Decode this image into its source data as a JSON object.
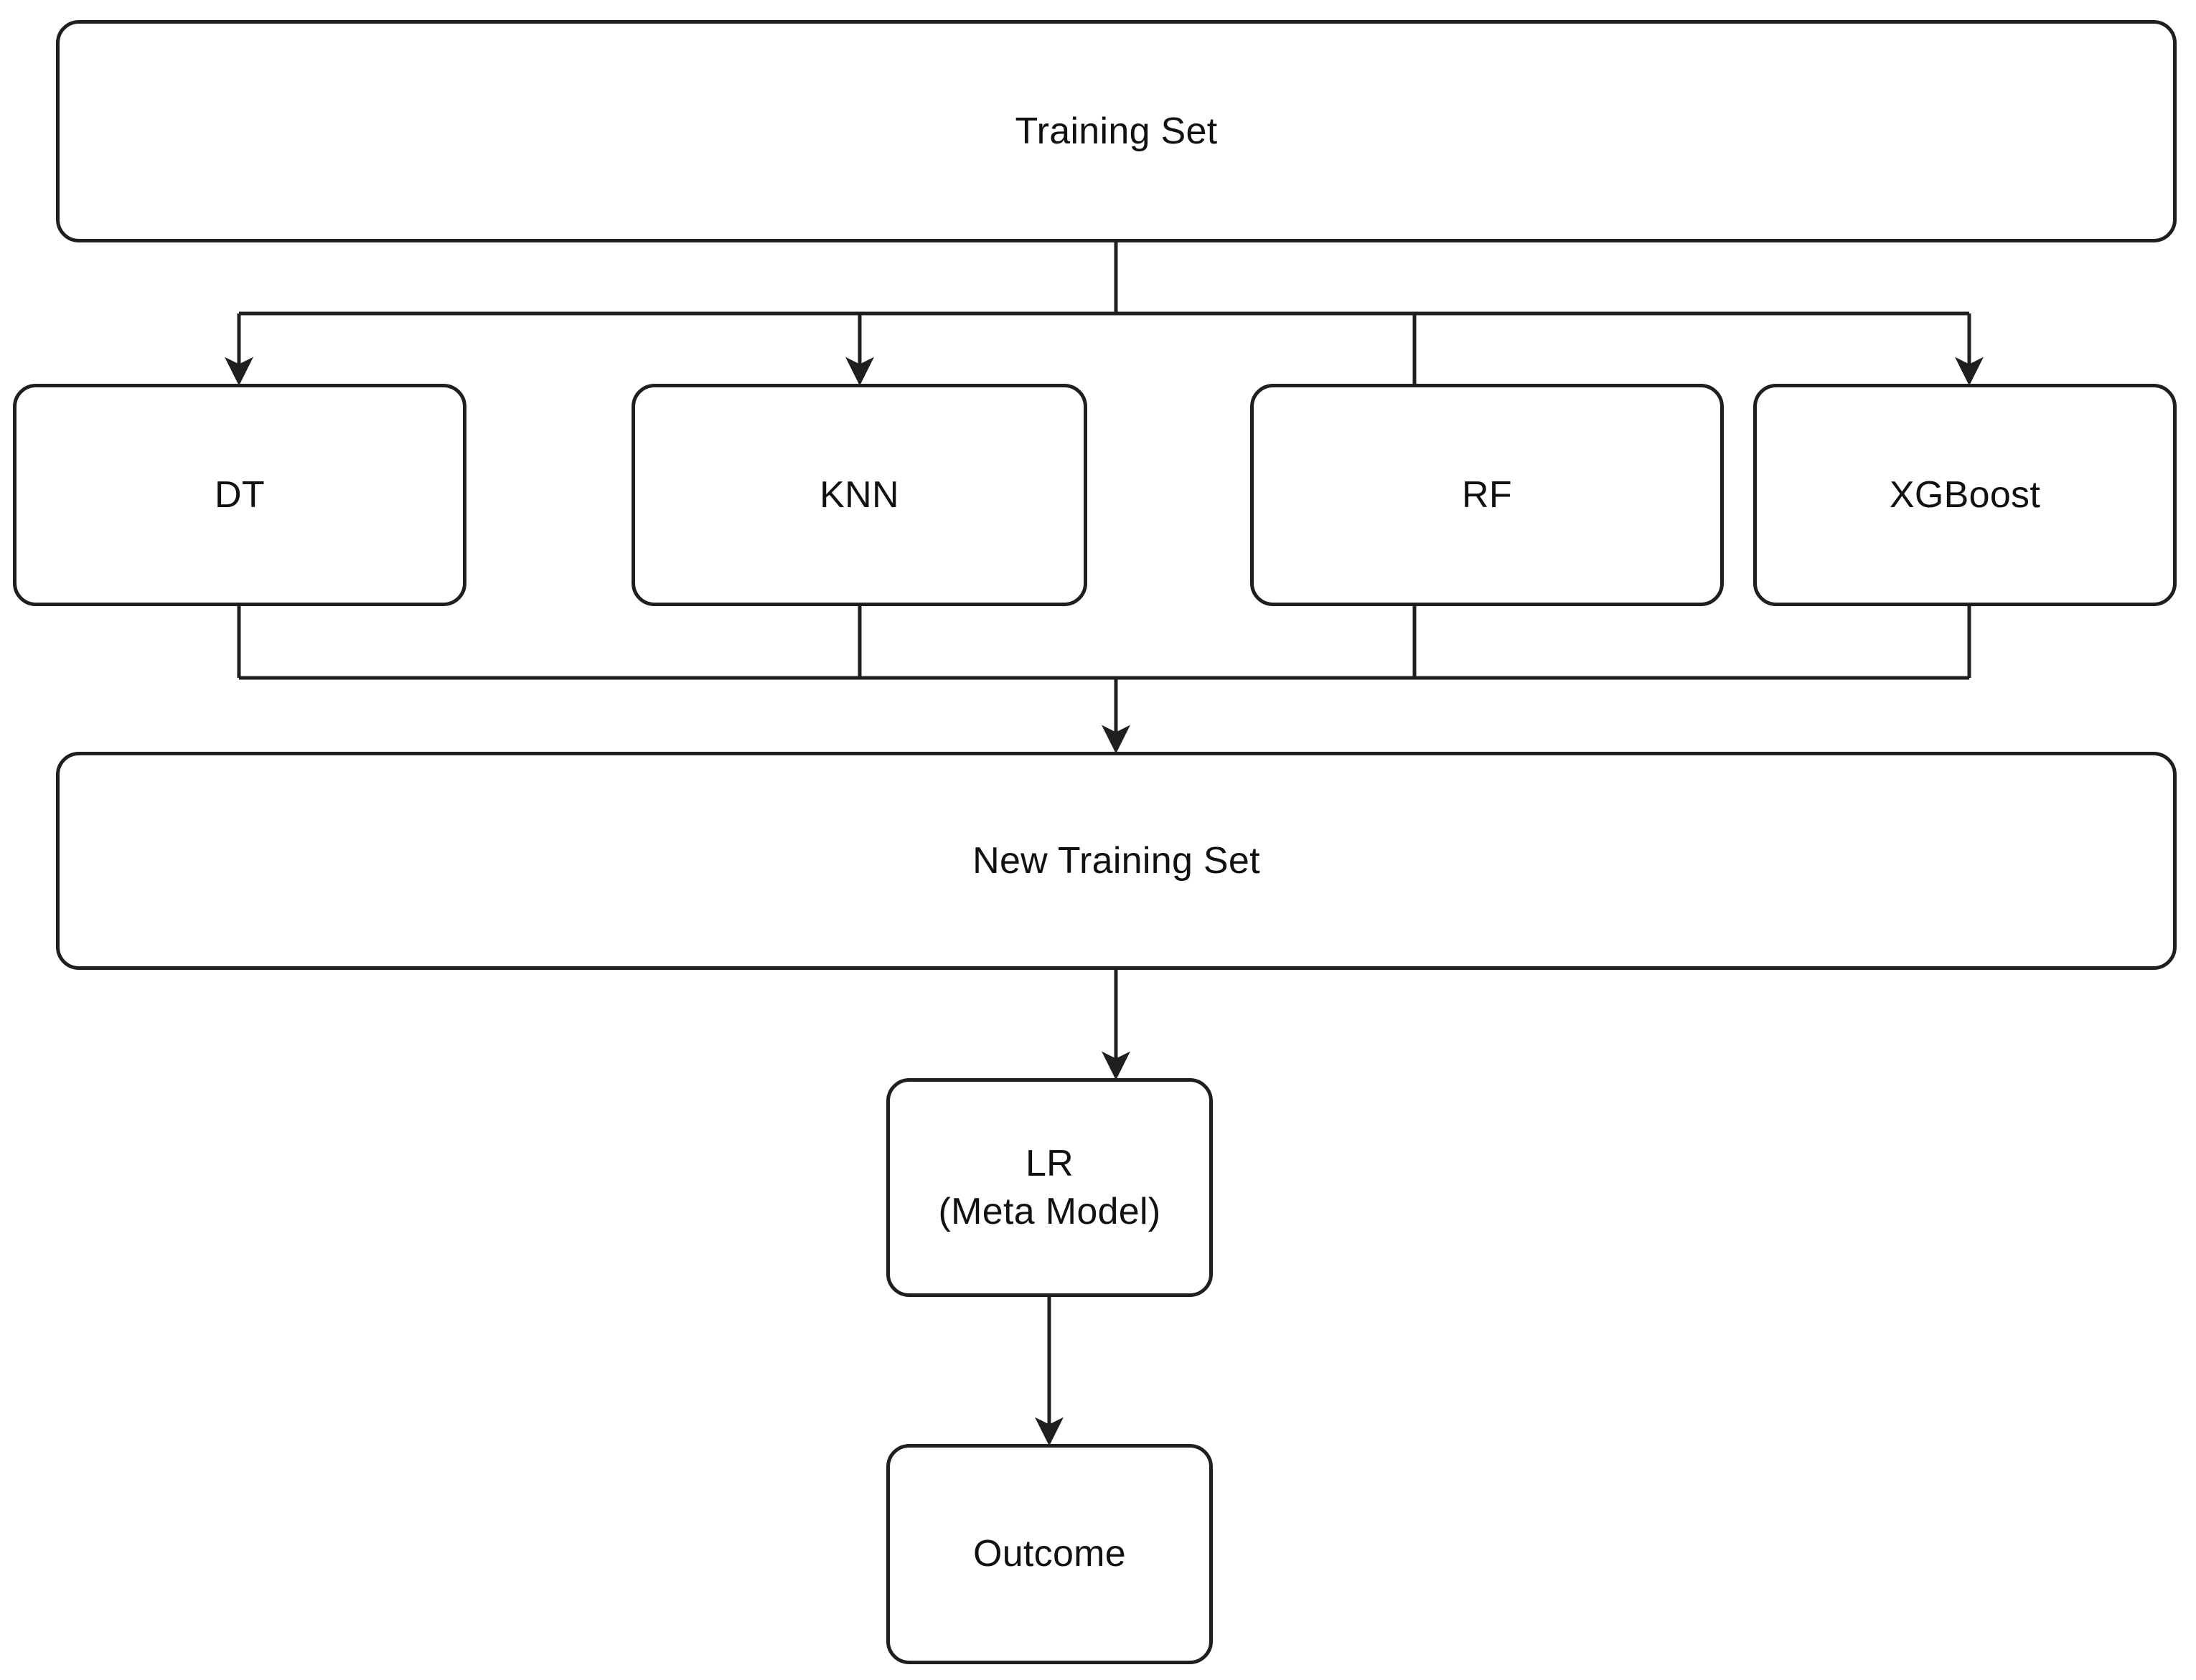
{
  "diagram": {
    "type": "flowchart",
    "orientation": "top-to-bottom",
    "background_color": "#ffffff",
    "stroke_color": "#1f1f1f",
    "text_color": "#111111",
    "nodes": [
      {
        "id": "training-set",
        "label": "Training Set",
        "shape": "rounded-rectangle",
        "row": 1
      },
      {
        "id": "dt",
        "label": "DT",
        "shape": "rounded-rectangle",
        "row": 2
      },
      {
        "id": "knn",
        "label": "KNN",
        "shape": "rounded-rectangle",
        "row": 2
      },
      {
        "id": "rf",
        "label": "RF",
        "shape": "rounded-rectangle",
        "row": 2
      },
      {
        "id": "xgboost",
        "label": "XGBoost",
        "shape": "rounded-rectangle",
        "row": 2
      },
      {
        "id": "new-training-set",
        "label": "New Training Set",
        "shape": "rounded-rectangle",
        "row": 3
      },
      {
        "id": "lr-meta-model",
        "label": "LR\n(Meta Model)",
        "shape": "rounded-rectangle",
        "row": 4
      },
      {
        "id": "outcome",
        "label": "Outcome",
        "shape": "rounded-rectangle",
        "row": 5
      }
    ],
    "edges": [
      {
        "from": "training-set",
        "to": "dt",
        "arrowhead": true
      },
      {
        "from": "training-set",
        "to": "knn",
        "arrowhead": true
      },
      {
        "from": "training-set",
        "to": "rf",
        "arrowhead": false
      },
      {
        "from": "training-set",
        "to": "xgboost",
        "arrowhead": true
      },
      {
        "from": "dt",
        "to": "new-training-set",
        "arrowhead": false
      },
      {
        "from": "knn",
        "to": "new-training-set",
        "arrowhead": false
      },
      {
        "from": "rf",
        "to": "new-training-set",
        "arrowhead": false
      },
      {
        "from": "xgboost",
        "to": "new-training-set",
        "arrowhead": false
      },
      {
        "from": "merge-bus",
        "to": "new-training-set",
        "arrowhead": true
      },
      {
        "from": "new-training-set",
        "to": "lr-meta-model",
        "arrowhead": true
      },
      {
        "from": "lr-meta-model",
        "to": "outcome",
        "arrowhead": true
      }
    ]
  }
}
